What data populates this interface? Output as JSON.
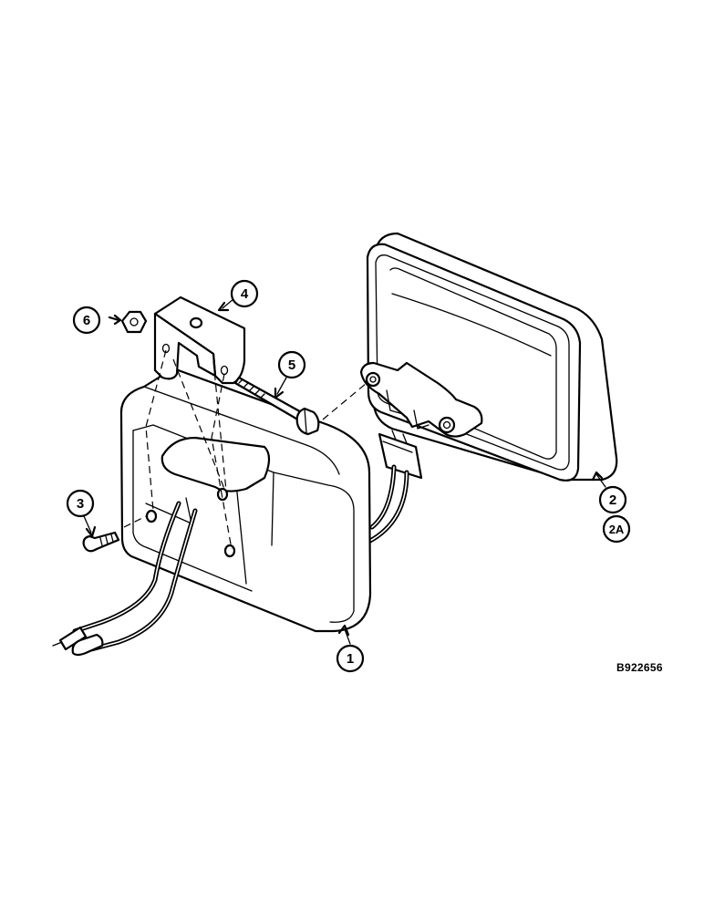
{
  "callouts": [
    {
      "id": "1",
      "label": "1"
    },
    {
      "id": "2",
      "label": "2"
    },
    {
      "id": "2a",
      "label": "2A"
    },
    {
      "id": "3",
      "label": "3"
    },
    {
      "id": "4",
      "label": "4"
    },
    {
      "id": "5",
      "label": "5"
    },
    {
      "id": "6",
      "label": "6"
    }
  ],
  "reference_code": "B922656"
}
